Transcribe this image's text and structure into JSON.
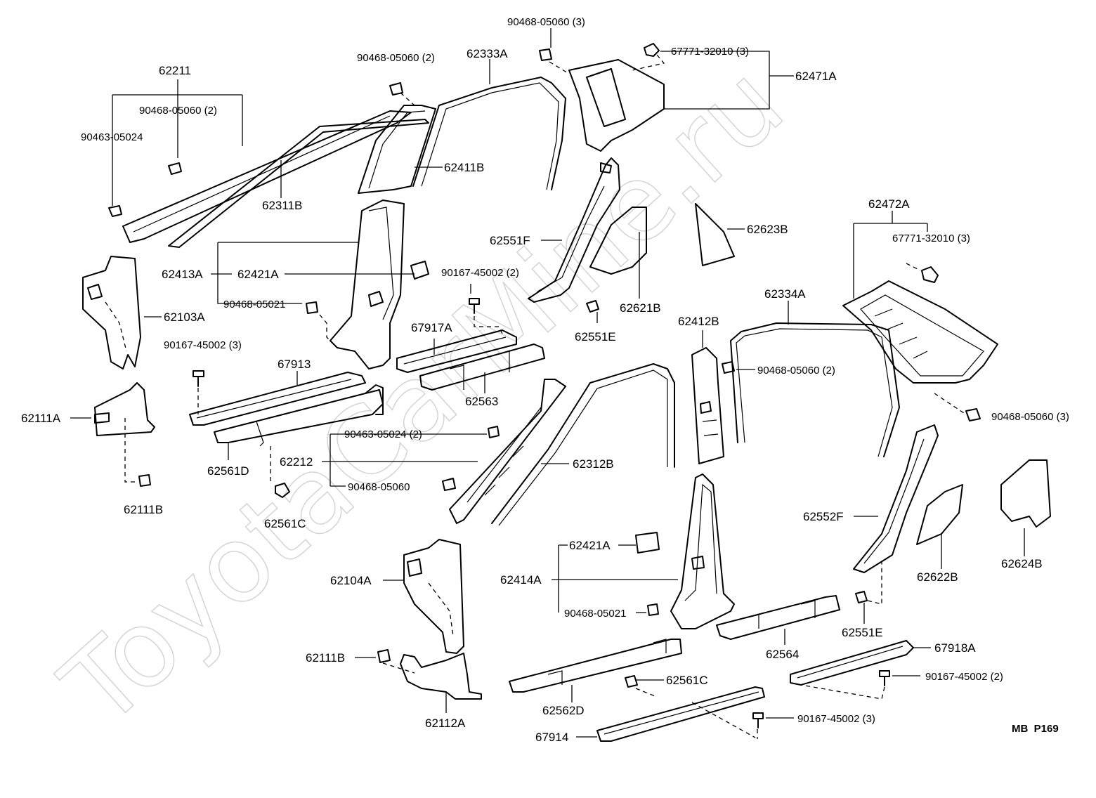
{
  "watermark": "ToyotaCarMine.ru",
  "page_ref": "MB  P169",
  "labels": {
    "l62211": "62211",
    "l62311b": "62311B",
    "l9046305024": "90463-05024",
    "l9046805060_2a": "90468-05060 (2)",
    "l9046805060_2b": "90468-05060 (2)",
    "l62333a": "62333A",
    "l9046805060_3a": "90468-05060 (3)",
    "l6777132010_3a": "67771-32010 (3)",
    "l62471a": "62471A",
    "l62411b": "62411B",
    "l62413a": "62413A",
    "l62421a_a": "62421A",
    "l9046805021_a": "90468-05021",
    "l62103a": "62103A",
    "l9016745002_3a": "90167-45002 (3)",
    "l67913": "67913",
    "l62111a": "62111A",
    "l62111b_a": "62111B",
    "l62561d": "62561D",
    "l62561c_a": "62561C",
    "l9016745002_2a": "90167-45002 (2)",
    "l67917a": "67917A",
    "l62563": "62563",
    "l9046305024_2": "90463-05024 (2)",
    "l62212": "62212",
    "l9046805060": "90468-05060",
    "l62312b": "62312B",
    "l62551f": "62551F",
    "l62621b": "62621B",
    "l62551e_a": "62551E",
    "l62623b": "62623B",
    "l62412b": "62412B",
    "l9046805060_2c": "90468-05060 (2)",
    "l62334a": "62334A",
    "l62472a": "62472A",
    "l6777132010_3b": "67771-32010 (3)",
    "l9046805060_3b": "90468-05060 (3)",
    "l62552f": "62552F",
    "l62622b": "62622B",
    "l62624b": "62624B",
    "l62421a_b": "62421A",
    "l62414a": "62414A",
    "l9046805021_b": "90468-05021",
    "l62564": "62564",
    "l62551e_b": "62551E",
    "l67918a": "67918A",
    "l9016745002_2b": "90167-45002 (2)",
    "l62104a": "62104A",
    "l62111b_b": "62111B",
    "l62112a": "62112A",
    "l62562d": "62562D",
    "l62561c_b": "62561C",
    "l67914": "67914",
    "l9016745002_3b": "90167-45002 (3)"
  }
}
